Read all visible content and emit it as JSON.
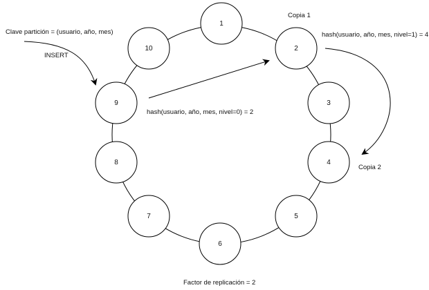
{
  "diagram": {
    "nodes": [
      {
        "id": "1",
        "label": "1"
      },
      {
        "id": "2",
        "label": "2"
      },
      {
        "id": "3",
        "label": "3"
      },
      {
        "id": "4",
        "label": "4"
      },
      {
        "id": "5",
        "label": "5"
      },
      {
        "id": "6",
        "label": "6"
      },
      {
        "id": "7",
        "label": "7"
      },
      {
        "id": "8",
        "label": "8"
      },
      {
        "id": "9",
        "label": "9"
      },
      {
        "id": "10",
        "label": "10"
      }
    ],
    "labels": {
      "partition_key": "Clave partición = (usuario, año, mes)",
      "insert": "INSERT",
      "copy1": "Copia 1",
      "hash_level1": "hash(usuario, año, mes, nivel=1) = 4",
      "hash_level0": "hash(usuario, año, mes, nivel=0) = 2",
      "copy2": "Copia 2",
      "replication_factor": "Factor de replicación = 2"
    },
    "colors": {
      "stroke": "#000000",
      "fill": "#ffffff",
      "text": "#111111"
    }
  }
}
